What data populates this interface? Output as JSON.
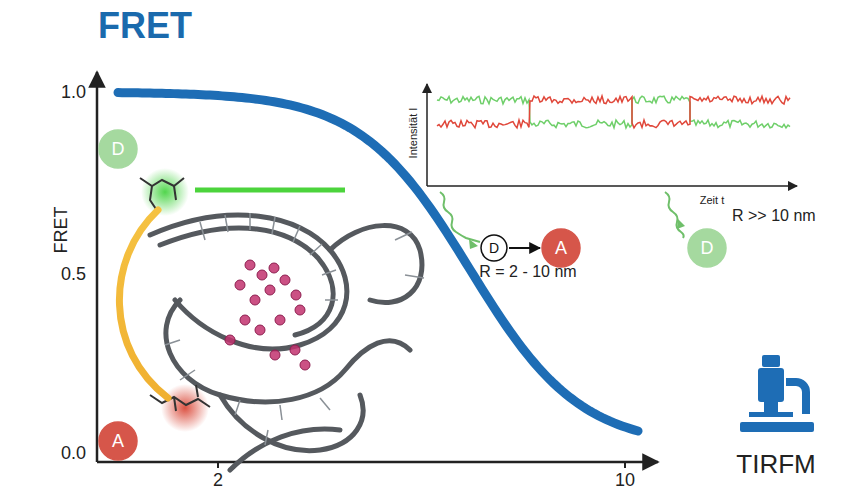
{
  "diagram": {
    "title": "FRET",
    "nodes": [
      {
        "text": [
          "D"
        ]
      },
      {
        "text": [
          "A"
        ]
      },
      {
        "text": [
          "D"
        ]
      },
      {
        "text": [
          "A"
        ]
      },
      {
        "text": [
          "D"
        ]
      }
    ],
    "edges": [
      {
        "from": 2,
        "to": 3,
        "arrow": "to"
      }
    ],
    "labels": [
      "1.0",
      "FRET",
      "0.5",
      "0.0",
      "2",
      "10",
      "Intensität I",
      "Zeit t",
      "R = 2 - 10 nm",
      "R >> 10 nm",
      "TIRFM"
    ]
  }
}
